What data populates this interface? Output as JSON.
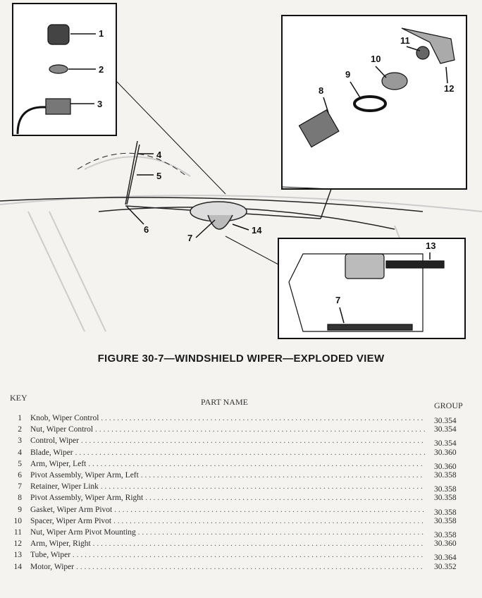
{
  "figure": {
    "caption": "FIGURE 30-7—WINDSHIELD WIPER—EXPLODED VIEW",
    "callouts": [
      "1",
      "2",
      "3",
      "4",
      "5",
      "6",
      "7",
      "8",
      "9",
      "10",
      "11",
      "12",
      "13",
      "14"
    ],
    "callout_7b": "7"
  },
  "table": {
    "key_header": "KEY",
    "name_header": "PART NAME",
    "group_header": "GROUP",
    "rows": [
      {
        "key": "1",
        "name": "Knob, Wiper Control",
        "group": "30.354"
      },
      {
        "key": "2",
        "name": "Nut, Wiper Control",
        "group": "30.354"
      },
      {
        "key": "3",
        "name": "Control, Wiper",
        "group": "30.354"
      },
      {
        "key": "4",
        "name": "Blade, Wiper",
        "group": "30.360"
      },
      {
        "key": "5",
        "name": "Arm, Wiper, Left",
        "group": "30.360"
      },
      {
        "key": "6",
        "name": "Pivot Assembly, Wiper Arm, Left",
        "group": "30.358"
      },
      {
        "key": "7",
        "name": "Retainer, Wiper Link",
        "group": "30.358"
      },
      {
        "key": "8",
        "name": "Pivot Assembly, Wiper Arm, Right",
        "group": "30.358"
      },
      {
        "key": "9",
        "name": "Gasket, Wiper Arm Pivot",
        "group": "30.358"
      },
      {
        "key": "10",
        "name": "Spacer, Wiper Arm Pivot",
        "group": "30.358"
      },
      {
        "key": "11",
        "name": "Nut, Wiper Arm Pivot Mounting",
        "group": "30.358"
      },
      {
        "key": "12",
        "name": "Arm, Wiper, Right",
        "group": "30.360"
      },
      {
        "key": "13",
        "name": "Tube, Wiper",
        "group": "30.364"
      },
      {
        "key": "14",
        "name": "Motor, Wiper",
        "group": "30.352"
      }
    ]
  }
}
